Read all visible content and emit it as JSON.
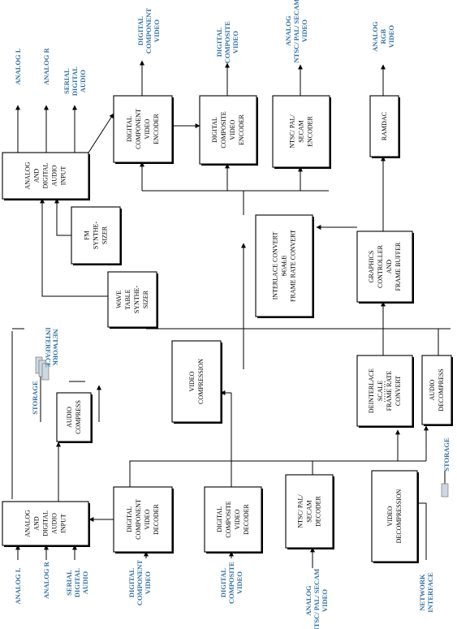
{
  "colors": {
    "label": "#2f6f9f",
    "line": "#000000",
    "storage": "#cfd8e0"
  },
  "labels": {
    "out_analog_l": "ANALOG L",
    "out_analog_r": "ANALOG R",
    "out_serial_audio": [
      "SERIAL",
      "DIGITAL",
      "AUDIO"
    ],
    "out_digital_component": [
      "DIGITAL",
      "COMPONENT",
      "VIDEO"
    ],
    "out_digital_composite": [
      "DIGITAL",
      "COMPOSITE",
      "VIDEO"
    ],
    "out_analog_ntsc": [
      "ANALOG",
      "NTSC/ PAL/ SECAM",
      "VIDEO"
    ],
    "out_analog_rgb": [
      "ANALOG",
      "RGB",
      "VIDEO"
    ],
    "in_analog_l": "ANALOG L",
    "in_analog_r": "ANALOG R",
    "in_serial_audio": [
      "SERIAL",
      "DIGITAL",
      "AUDIO"
    ],
    "in_digital_component": [
      "DIGITAL",
      "COMPONENT",
      "VIDEO"
    ],
    "in_digital_composite": [
      "DIGITAL",
      "COMPOSITE",
      "VIDEO"
    ],
    "in_analog_ntsc": [
      "ANALOG",
      "NTSC/ PAL/ SECAM",
      "VIDEO"
    ],
    "storage_left": "STORAGE",
    "network_left": [
      "NETWORK",
      "INTERFACE"
    ],
    "storage_right": "STORAGE",
    "network_right": [
      "NETWORK",
      "INTERFACE"
    ]
  },
  "blocks": {
    "audio_input_top": [
      "ANALOG",
      "AND",
      "DIGITAL",
      "AUDIO",
      "INPUT"
    ],
    "fm_synth": [
      "FM",
      "SYNTHE-",
      "SIZER"
    ],
    "wave_synth": [
      "WAVE",
      "TABLE",
      "SYNTHE-",
      "SIZER"
    ],
    "dc_encoder": [
      "DIGITAL",
      "COMPONENT",
      "VIDEO",
      "ENCODER"
    ],
    "dcomp_encoder": [
      "DIGITAL",
      "COMPOSITE",
      "VIDEO",
      "ENCODER"
    ],
    "ntsc_encoder": [
      "NTSC/ PAL/",
      "SECAM",
      "ENCODER"
    ],
    "ramdac": [
      "RAMDAC"
    ],
    "interlace": [
      "INTERLACE CONVERT",
      "SCALE",
      "FRAME RATE CONVERT"
    ],
    "graphics": [
      "GRAPHICS",
      "CONTROLLER",
      "AND",
      "FRAME BUFFER"
    ],
    "video_compression": [
      "VIDEO",
      "COMPRESSION"
    ],
    "deinterlace": [
      "DEINTERLACE",
      "SCALE",
      "FRAME RATE",
      "CONVERT"
    ],
    "audio_decompress": [
      "AUDIO",
      "DECOMPRESS"
    ],
    "audio_compress": [
      "AUDIO",
      "COMPRESS"
    ],
    "audio_input_bottom": [
      "ANALOG",
      "AND",
      "DIGITAL",
      "AUDIO",
      "INPUT"
    ],
    "dc_decoder": [
      "DIGITAL",
      "COMPONENT",
      "VIDEO",
      "DECODER"
    ],
    "dcomp_decoder": [
      "DIGITAL",
      "COMPOSITE",
      "VIDEO",
      "DECODER"
    ],
    "ntsc_decoder": [
      "NTSC/ PAL/",
      "SECAM",
      "DECODER"
    ],
    "video_decompression": [
      "VIDEO",
      "DECOMPRESSION"
    ]
  }
}
